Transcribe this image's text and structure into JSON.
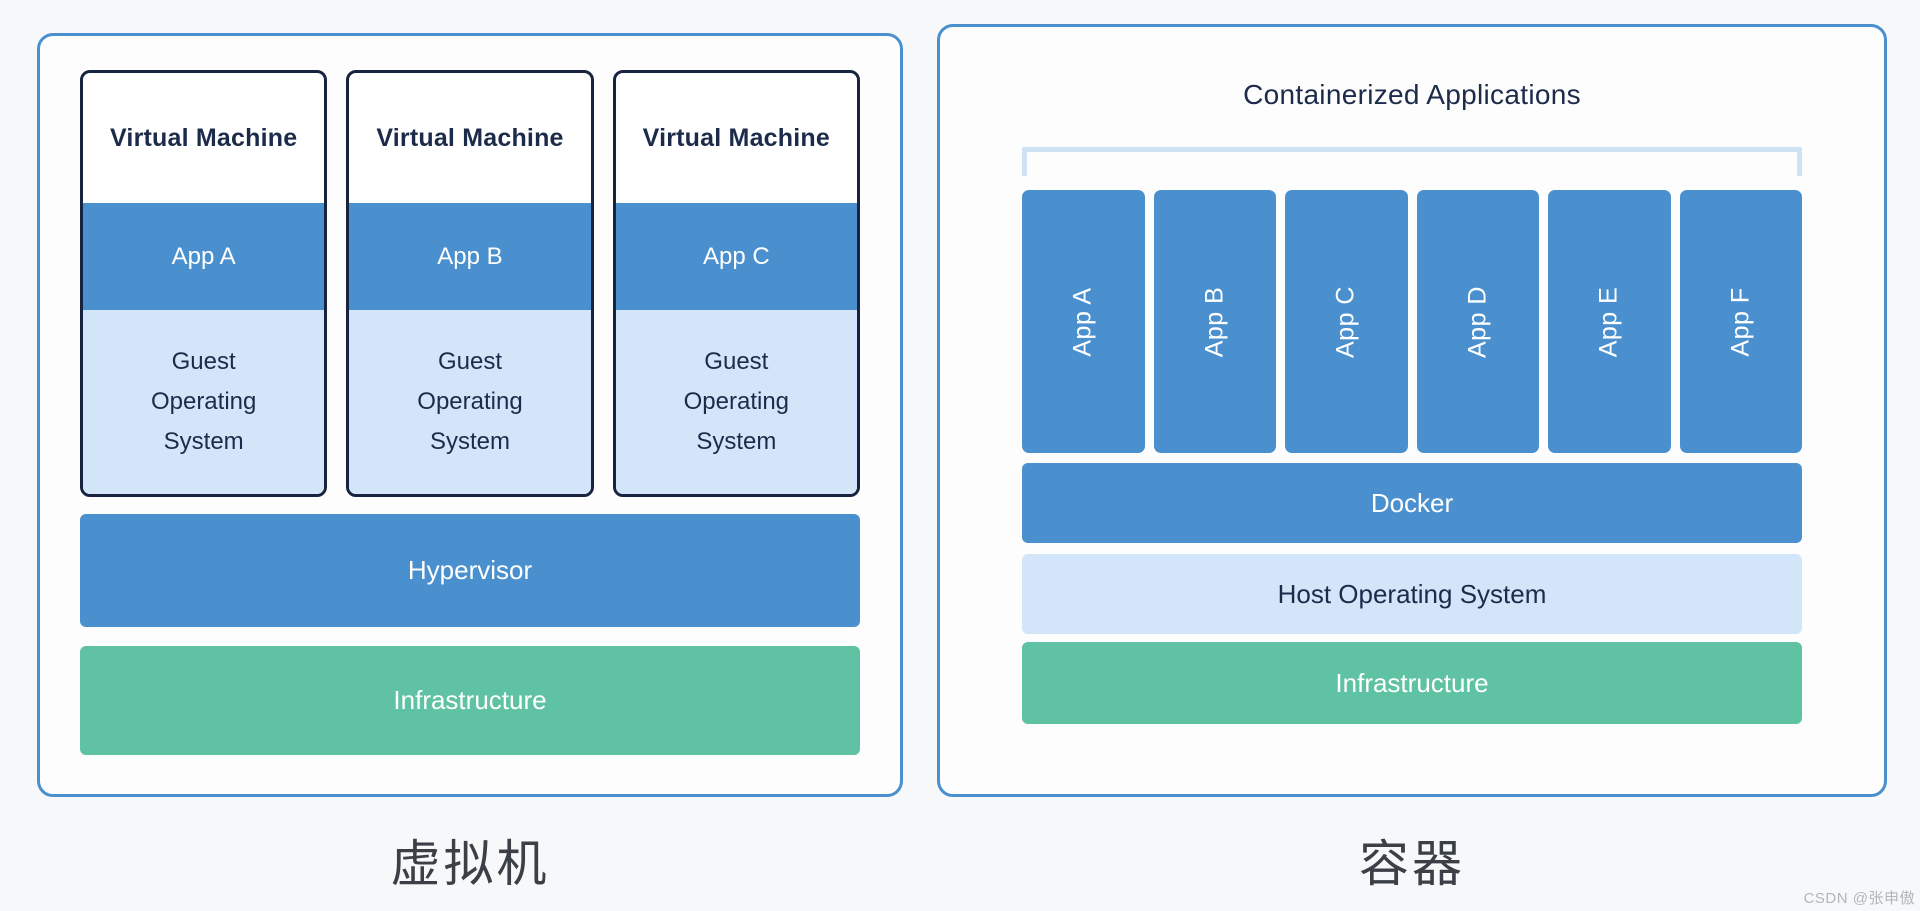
{
  "colors": {
    "accent_blue": "#4a90ce",
    "light_blue": "#d3e5f8",
    "bracket_blue": "#cfe2f6",
    "green": "#5fc2a2",
    "navy_text": "#1c2b4a",
    "vm_border": "#18243f",
    "page_background": "#f7f8fa",
    "caption_gray": "#3b4046",
    "watermark_gray": "#b2b5ba"
  },
  "vm_panel": {
    "caption": "虚拟机",
    "machines": [
      {
        "title": "Virtual Machine",
        "app": "App A",
        "os": "Guest Operating System"
      },
      {
        "title": "Virtual Machine",
        "app": "App B",
        "os": "Guest Operating System"
      },
      {
        "title": "Virtual Machine",
        "app": "App C",
        "os": "Guest Operating System"
      }
    ],
    "hypervisor_label": "Hypervisor",
    "infrastructure_label": "Infrastructure"
  },
  "container_panel": {
    "caption": "容器",
    "title": "Containerized Applications",
    "apps": [
      "App A",
      "App B",
      "App C",
      "App D",
      "App E",
      "App F"
    ],
    "docker_label": "Docker",
    "host_os_label": "Host Operating System",
    "infrastructure_label": "Infrastructure"
  },
  "watermark": "CSDN @张申傲"
}
